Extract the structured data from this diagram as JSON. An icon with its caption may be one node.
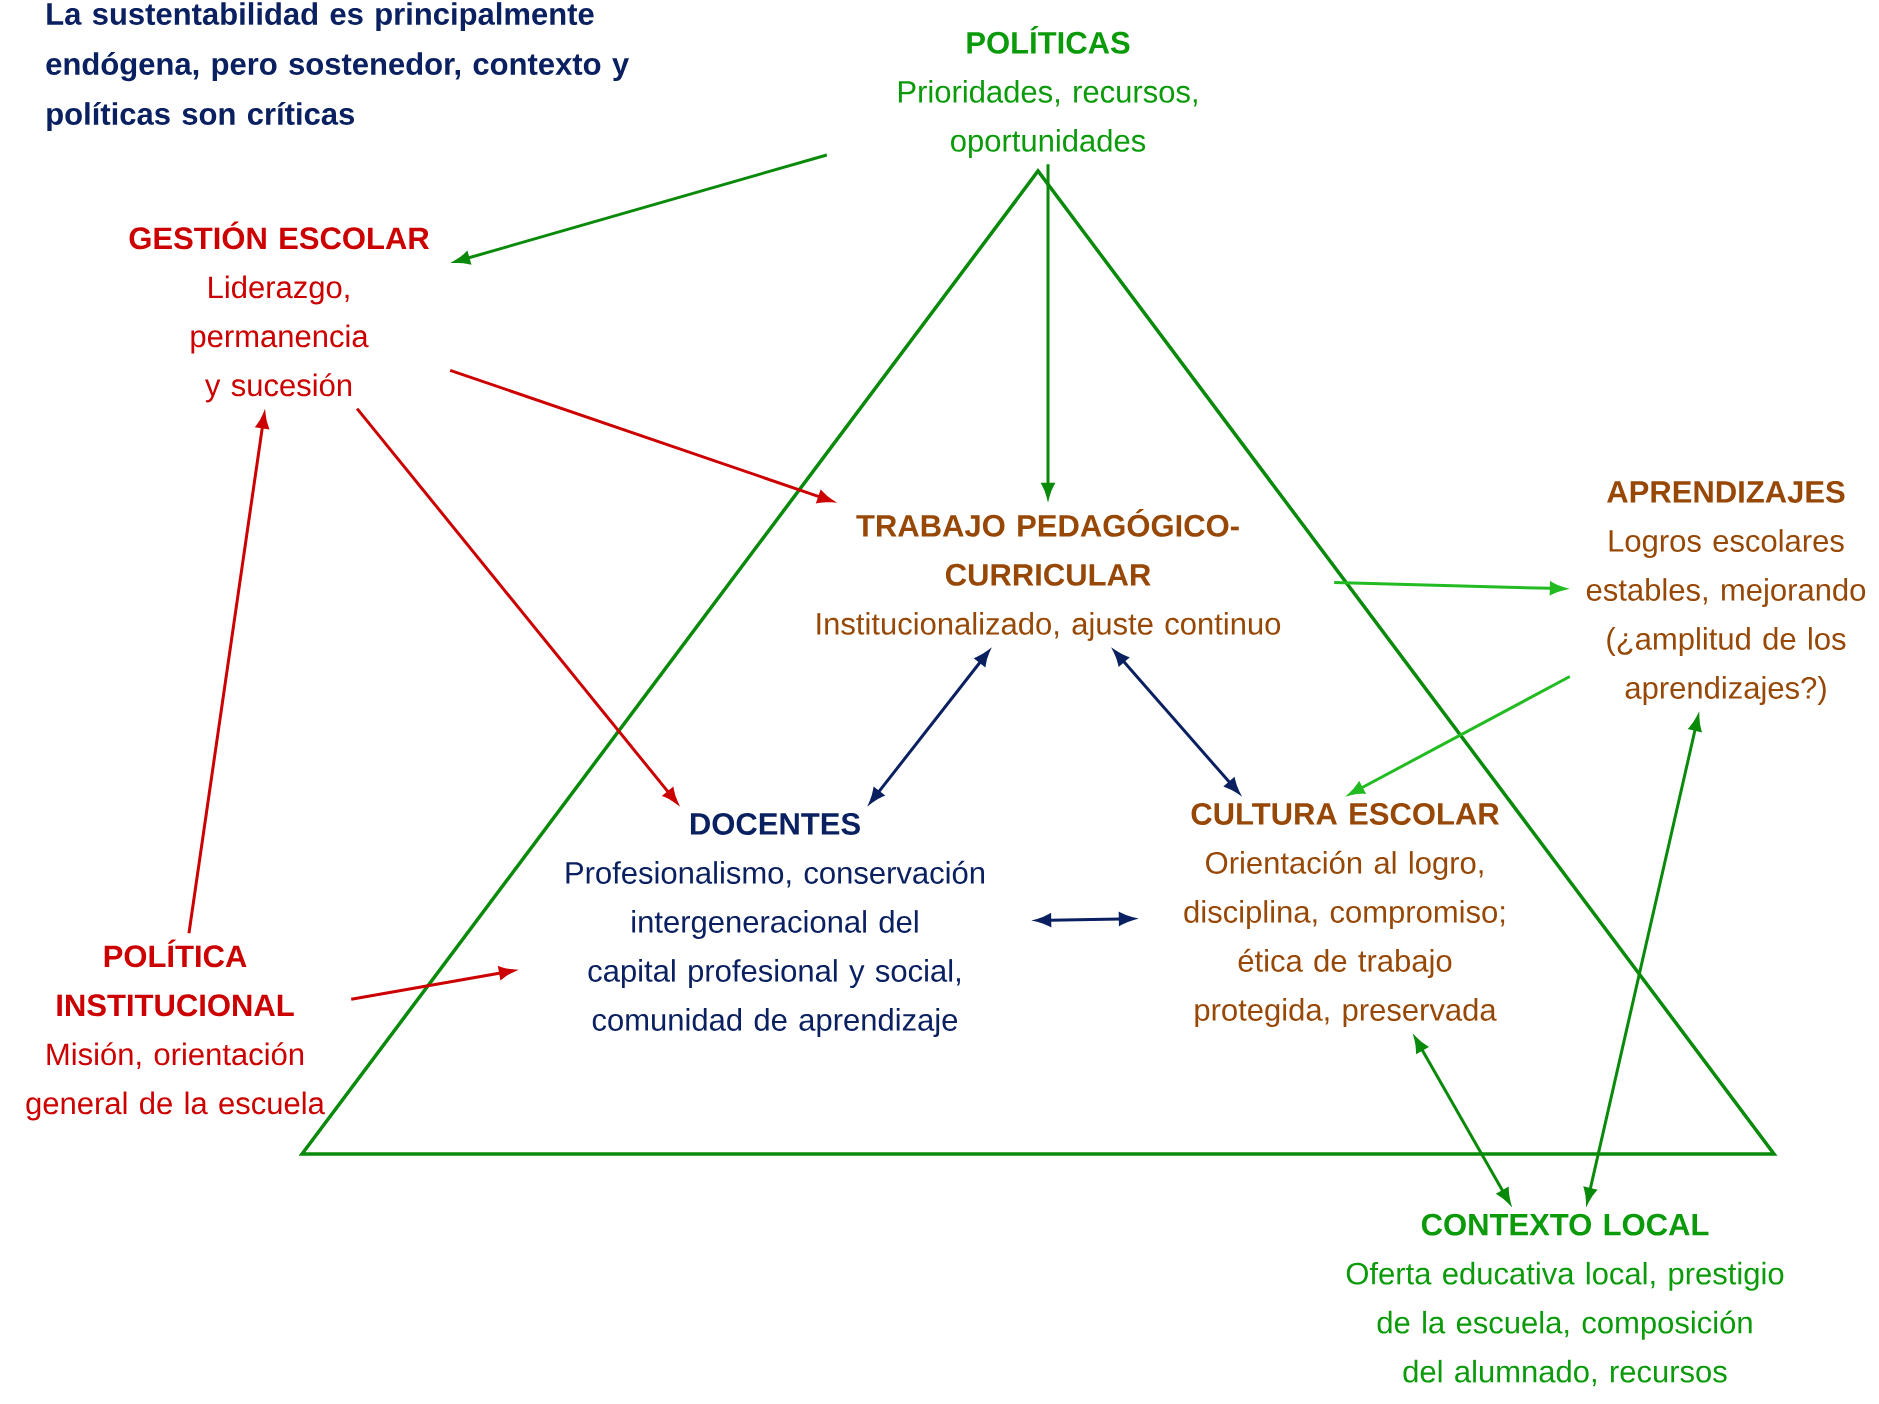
{
  "diagram": {
    "title": "La sustentabilidad es principalmente endógena, pero sostenedor, contexto y políticas son críticas",
    "nodes": [
      {
        "text": [
          "POLÍTICAS",
          "Prioridades, recursos, oportunidades"
        ]
      },
      {
        "text": [
          "GESTIÓN ESCOLAR",
          "Liderazgo, permanencia y sucesión"
        ]
      },
      {
        "text": [
          "TRABAJO PEDAGÓGICO-CURRICULAR",
          "Institucionalizado, ajuste continuo"
        ]
      },
      {
        "text": [
          "APRENDIZAJES",
          "Logros escolares estables, mejorando (¿amplitud de los aprendizajes?)"
        ]
      },
      {
        "text": [
          "DOCENTES",
          "Profesionalismo, conservación intergeneracional del capital profesional y social, comunidad de aprendizaje"
        ]
      },
      {
        "text": [
          "CULTURA ESCOLAR",
          "Orientación al logro, disciplina, compromiso; ética de trabajo protegida, preservada"
        ]
      },
      {
        "text": [
          "POLÍTICA INSTITUCIONAL",
          "Misión, orientación general de la escuela"
        ]
      },
      {
        "text": [
          "CONTEXTO LOCAL",
          "Oferta educativa local, prestigio de la escuela, composición del alumnado, recursos"
        ]
      }
    ],
    "edges": [
      {
        "from": 0,
        "to": 1,
        "arrow": "to",
        "color": "#0a8a0a"
      },
      {
        "from": 0,
        "to": 2,
        "arrow": "to",
        "color": "#0a8a0a"
      },
      {
        "from": 1,
        "to": 2,
        "arrow": "to",
        "color": "#cc0000"
      },
      {
        "from": 1,
        "to": 4,
        "arrow": "to",
        "color": "#cc0000"
      },
      {
        "from": 6,
        "to": 1,
        "arrow": "to",
        "color": "#cc0000"
      },
      {
        "from": 6,
        "to": 4,
        "arrow": "to",
        "color": "#cc0000"
      },
      {
        "from": 2,
        "to": 3,
        "arrow": "to",
        "color": "#22bb22"
      },
      {
        "from": 3,
        "to": 5,
        "arrow": "to",
        "color": "#22bb22"
      },
      {
        "from": 2,
        "to": 4,
        "arrow": "both",
        "color": "#0a2060"
      },
      {
        "from": 2,
        "to": 5,
        "arrow": "both",
        "color": "#0a2060"
      },
      {
        "from": 4,
        "to": 5,
        "arrow": "both",
        "color": "#0a2060"
      },
      {
        "from": 5,
        "to": 7,
        "arrow": "both",
        "color": "#0a8a0a"
      },
      {
        "from": 7,
        "to": 3,
        "arrow": "both",
        "color": "#0a8a0a"
      }
    ]
  }
}
